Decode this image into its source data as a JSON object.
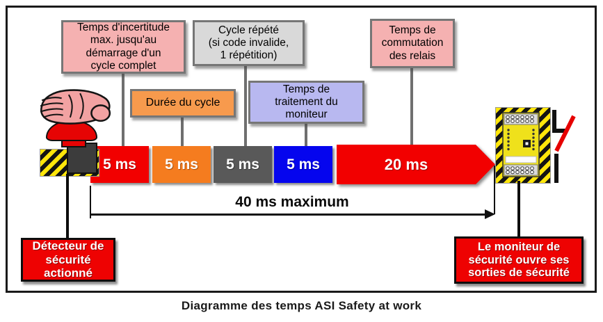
{
  "caption": "Diagramme des temps ASI Safety at work",
  "callouts": {
    "incertitude": "Temps d'incertitude\nmax. jusqu'au\ndémarrage d'un\ncycle complet",
    "cycle_repete": "Cycle répété\n(si code invalide,\n1 répétition)",
    "duree_cycle": "Durée du cycle",
    "traitement_moniteur": "Temps de\ntraitement du\nmoniteur",
    "commutation_relais": "Temps de\ncommutation\ndes relais"
  },
  "timeline": {
    "segments": [
      {
        "name": "incertitude-max",
        "label": "5 ms",
        "duration_ms": 5,
        "color": "#F20000"
      },
      {
        "name": "duree-du-cycle",
        "label": "5 ms",
        "duration_ms": 5,
        "color": "#F57C1F"
      },
      {
        "name": "cycle-repete",
        "label": "5 ms",
        "duration_ms": 5,
        "color": "#595959"
      },
      {
        "name": "traitement-du-moniteur",
        "label": "5 ms",
        "duration_ms": 5,
        "color": "#0505EE"
      },
      {
        "name": "commutation-des-relais",
        "label": "20 ms",
        "duration_ms": 20,
        "color": "#F20000",
        "shape": "arrow"
      }
    ],
    "total": {
      "label": "40 ms maximum",
      "value_ms": 40
    }
  },
  "labels": {
    "detecteur": "Détecteur de\nsécurité\nactionné",
    "moniteur": "Le moniteur de\nsécurité ouvre ses\nsorties de sécurité"
  },
  "icons": {
    "left": "hand-pressing-emergency-stop-button",
    "right": "safety-monitor-relay-module-with-open-contact"
  },
  "colors": {
    "callout_pink": "#F5B1B1",
    "callout_gray": "#D9D9D9",
    "callout_orange": "#F79A4D",
    "callout_lavender": "#B8B8F0",
    "segment_red": "#F20000",
    "segment_orange": "#F57C1F",
    "segment_gray": "#595959",
    "segment_blue": "#0505EE",
    "label_box_red": "#EE0202",
    "hazard_yellow": "#FFE60A"
  }
}
